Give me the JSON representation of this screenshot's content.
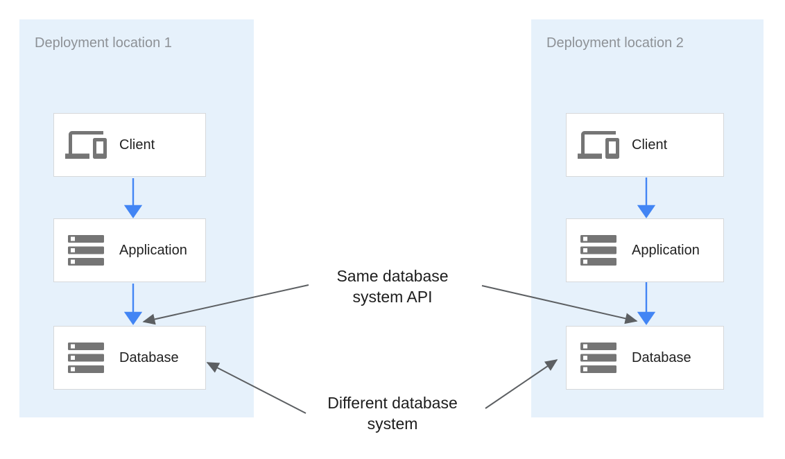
{
  "diagram": {
    "panels": [
      {
        "title": "Deployment location 1",
        "nodes": [
          {
            "id": "client",
            "label": "Client",
            "icon": "devices-icon"
          },
          {
            "id": "application",
            "label": "Application",
            "icon": "storage-icon"
          },
          {
            "id": "database",
            "label": "Database",
            "icon": "storage-icon"
          }
        ]
      },
      {
        "title": "Deployment location 2",
        "nodes": [
          {
            "id": "client",
            "label": "Client",
            "icon": "devices-icon"
          },
          {
            "id": "application",
            "label": "Application",
            "icon": "storage-icon"
          },
          {
            "id": "database",
            "label": "Database",
            "icon": "storage-icon"
          }
        ]
      }
    ],
    "flow_edges": [
      "location1: Client -> Application",
      "location1: Application -> Database",
      "location2: Client -> Application",
      "location2: Application -> Database"
    ],
    "annotations": [
      {
        "id": "same-api",
        "text": "Same database\nsystem API",
        "points_to": [
          "location1 Database",
          "location2 Database"
        ]
      },
      {
        "id": "different-system",
        "text": "Different database\nsystem",
        "points_to": [
          "location1 Database",
          "location2 Database"
        ]
      }
    ],
    "colors": {
      "panel_bg": "#e6f1fb",
      "box_border": "#d6d8da",
      "flow_arrow_blue": "#4285f4",
      "annotation_arrow_gray": "#5c5f62",
      "icon_gray": "#757575",
      "panel_title_gray": "#8d9196",
      "node_text": "#212121",
      "annotation_text": "#1d1d1d"
    }
  }
}
